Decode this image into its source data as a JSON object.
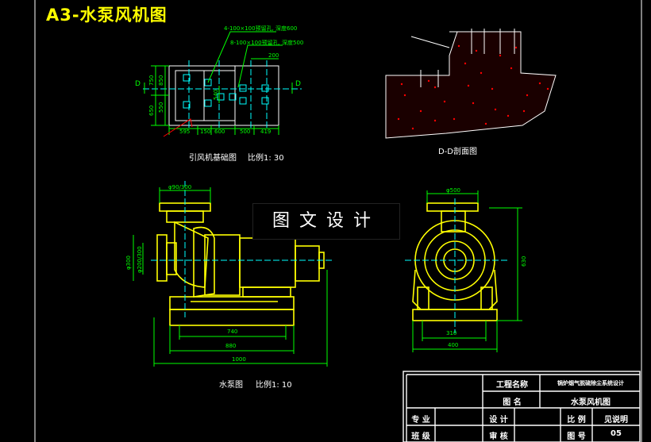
{
  "title": "A3-水泵风机图",
  "watermark": "图文设计",
  "foundation": {
    "caption": "引风机基础图",
    "scale": "比例1: 30",
    "note1": "4-100×100预留孔, 深度600",
    "note2": "8-100×100预留孔, 深度500",
    "section_mark": "D",
    "dims_h": [
      "595",
      "150",
      "600",
      "500",
      "419"
    ],
    "dim_top": "200",
    "dims_v_left": [
      "750",
      "850",
      "550",
      "650"
    ],
    "dim_inner": "540"
  },
  "section": {
    "caption": "D-D剖面图"
  },
  "pump": {
    "caption": "水泵图",
    "scale": "比例1: 10",
    "dim_flange_top": "φ90/300",
    "dim_flange_left": "φ300",
    "dim_flange_left2": "φ200/300",
    "dim_base1": "740",
    "dim_base2": "880",
    "dim_total": "1000"
  },
  "pump_side": {
    "dim_top": "φ500",
    "dim_height": "630",
    "dim_base1": "310",
    "dim_base2": "400"
  },
  "title_block": {
    "project_label": "工程名称",
    "project_value": "锅炉烟气脱硫除尘系统设计",
    "drawing_label": "图 名",
    "drawing_value": "水泵风机图",
    "major": "专 业",
    "design": "设 计",
    "ratio_label": "比 例",
    "ratio_value": "见说明",
    "class": "班 级",
    "review": "审 核",
    "number_label": "图 号",
    "number_value": "05"
  },
  "colors": {
    "background": "#000000",
    "pump": "#ffff00",
    "dims": "#00ff00",
    "center": "#00ffff",
    "hatch": "#ff0000",
    "lines": "#ffffff"
  }
}
